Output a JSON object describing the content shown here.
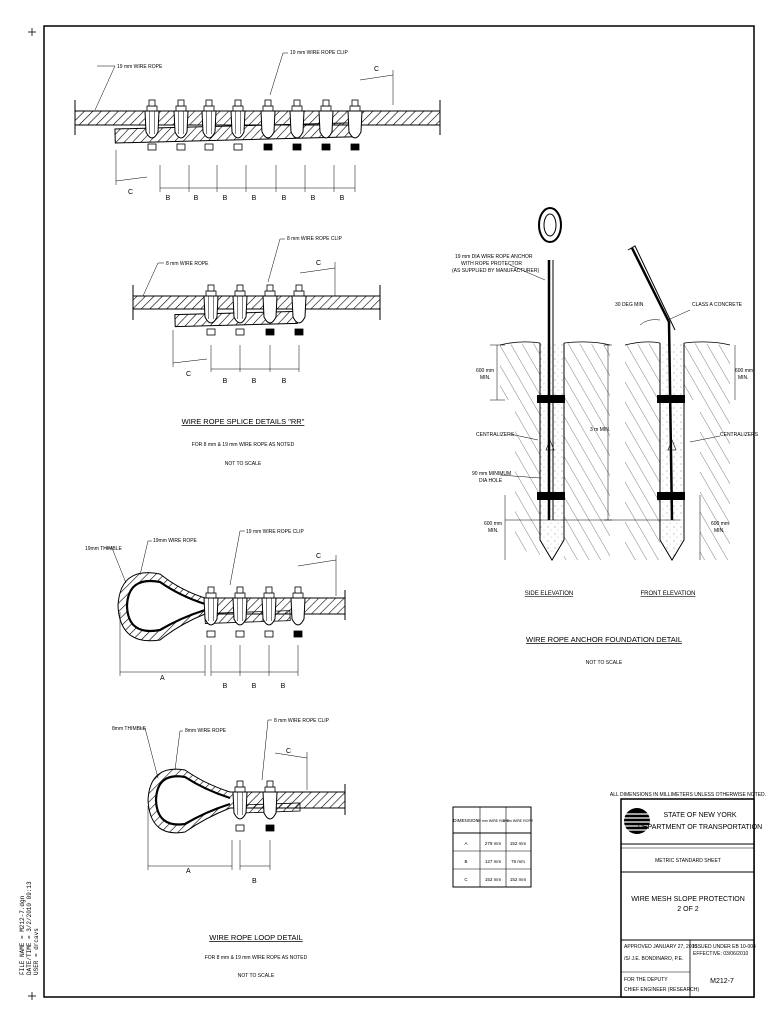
{
  "splice_19": {
    "rope_label": "19 mm WIRE ROPE",
    "clip_label": "19 mm WIRE ROPE CLIP",
    "dim_c": "C",
    "dim_b": "B"
  },
  "splice_8": {
    "rope_label": "8 mm WIRE ROPE",
    "clip_label": "8 mm WIRE ROPE CLIP",
    "dim_c": "C",
    "dim_b": "B"
  },
  "splice_title": {
    "title": "WIRE ROPE SPLICE DETAILS \"RR\"",
    "note1": "FOR 8 mm & 19 mm WIRE ROPE AS NOTED",
    "note2": "NOT TO SCALE"
  },
  "loop_19": {
    "thimble_label": "19mm THIMBLE",
    "rope_label": "19mm WIRE ROPE",
    "clip_label": "19 mm WIRE ROPE CLIP",
    "dim_a": "A",
    "dim_b": "B",
    "dim_c": "C"
  },
  "loop_8": {
    "thimble_label": "8mm THIMBLE",
    "rope_label": "8mm WIRE ROPE",
    "clip_label": "8 mm WIRE ROPE CLIP",
    "dim_a": "A",
    "dim_b": "B",
    "dim_c": "C"
  },
  "loop_title": {
    "title": "WIRE ROPE LOOP DETAIL",
    "note1": "FOR 8 mm & 19 mm WIRE ROPE AS NOTED",
    "note2": "NOT TO SCALE"
  },
  "anchor": {
    "anchor_label_1": "19 mm DIA WIRE ROPE ANCHOR",
    "anchor_label_2": "WITH ROPE PROTECTOR",
    "anchor_label_3": "(AS SUPPLIED BY MANUFACTURER)",
    "angle_label": "30 DEG MIN",
    "concrete_label": "CLASS A CONCRETE",
    "depth_label": "600 mm",
    "min_label": "MIN.",
    "length_label": "3 m MIN.",
    "centralizers": "CENTRALIZERS",
    "hole_1": "90 mm MINIMUM",
    "hole_2": "DIA HOLE",
    "side_elev": "SIDE ELEVATION",
    "front_elev": "FRONT ELEVATION",
    "title": "WIRE ROPE ANCHOR FOUNDATION DETAIL",
    "note": "NOT TO SCALE"
  },
  "table": {
    "headers": [
      "DIMENSION",
      "19 mm WIRE ROPE",
      "8 mm WIRE ROPE"
    ],
    "rows": [
      [
        "A",
        "279 mm",
        "152 mm"
      ],
      [
        "B",
        "127 mm",
        "76 mm"
      ],
      [
        "C",
        "152 mm",
        "152 mm"
      ]
    ]
  },
  "title_block": {
    "note": "ALL DIMENSIONS IN MILLIMETERS UNLESS OTHERWISE NOTED.",
    "state": "STATE OF NEW YORK",
    "dept": "DEPARTMENT OF TRANSPORTATION",
    "sheet_type": "METRIC STANDARD SHEET",
    "title_1": "WIRE MESH SLOPE PROTECTION",
    "title_2": "2 OF 2",
    "approved": "APPROVED JANUARY 27, 2010",
    "signer": "/S/ J.E. BONDINARO, P.E.",
    "for_1": "FOR THE DEPUTY",
    "for_2": "CHIEF ENGINEER (RESEARCH)",
    "issued": "ISSUED UNDER EB 10-004",
    "effective": "EFFECTIVE: 03/06/2010",
    "sheet_no": "M212-7"
  },
  "side_note": {
    "line1": "FILE NAME = M212-7.dgn",
    "line2": "DATE/TIME = 3/2/2010 09:13",
    "line3": "USER = drcavs"
  }
}
